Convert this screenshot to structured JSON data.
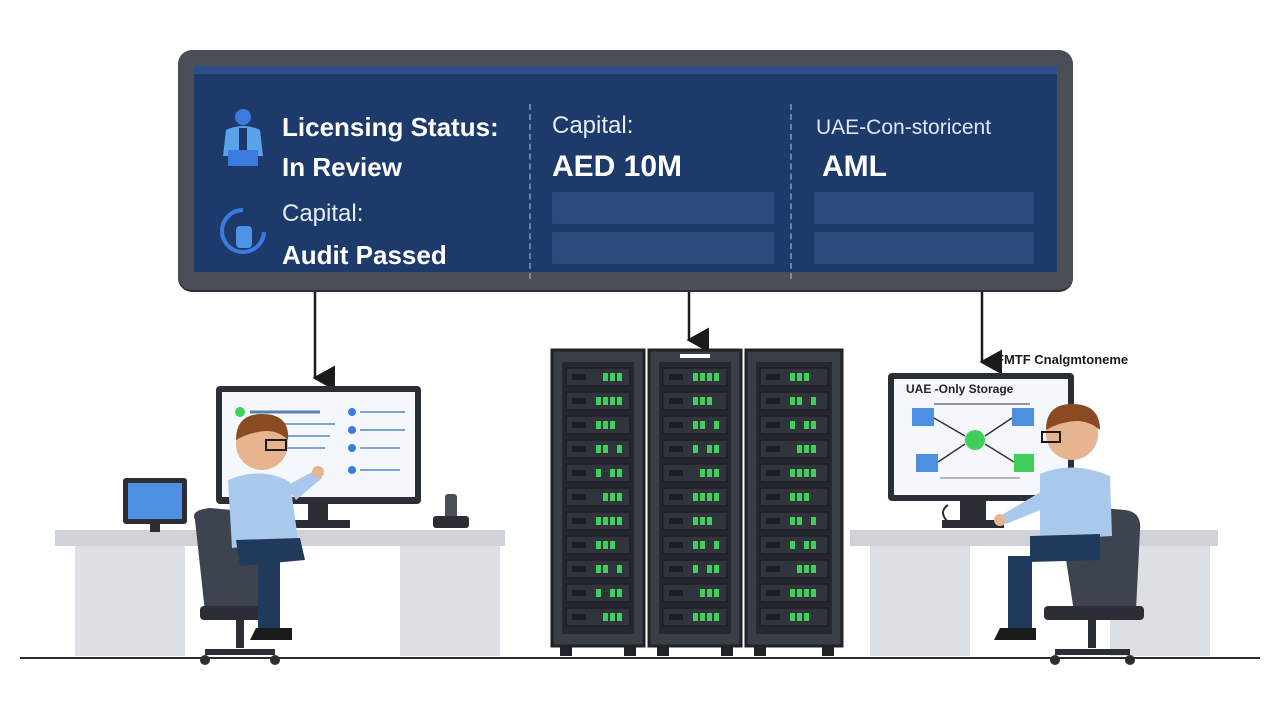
{
  "board": {
    "licensing_label": "Licensing Status:",
    "licensing_value": "In Review",
    "capital_left_label": "Capital:",
    "capital_left_value": "Audit Passed",
    "capital_mid_label": "Capital:",
    "capital_mid_value": "AED 10M",
    "right_label": "UAE-Con-storicent",
    "right_value": "AML"
  },
  "scene": {
    "right_caption": "FMTF Cnalgmtoneme",
    "right_screen_title": "UAE -Only Storage"
  },
  "icons": {
    "licensing": "person-badge-icon",
    "capital": "shield-check-icon"
  },
  "colors": {
    "board_bg": "#1e3a6b",
    "board_frame": "#4a4f57",
    "server_led": "#3fcf5a"
  }
}
